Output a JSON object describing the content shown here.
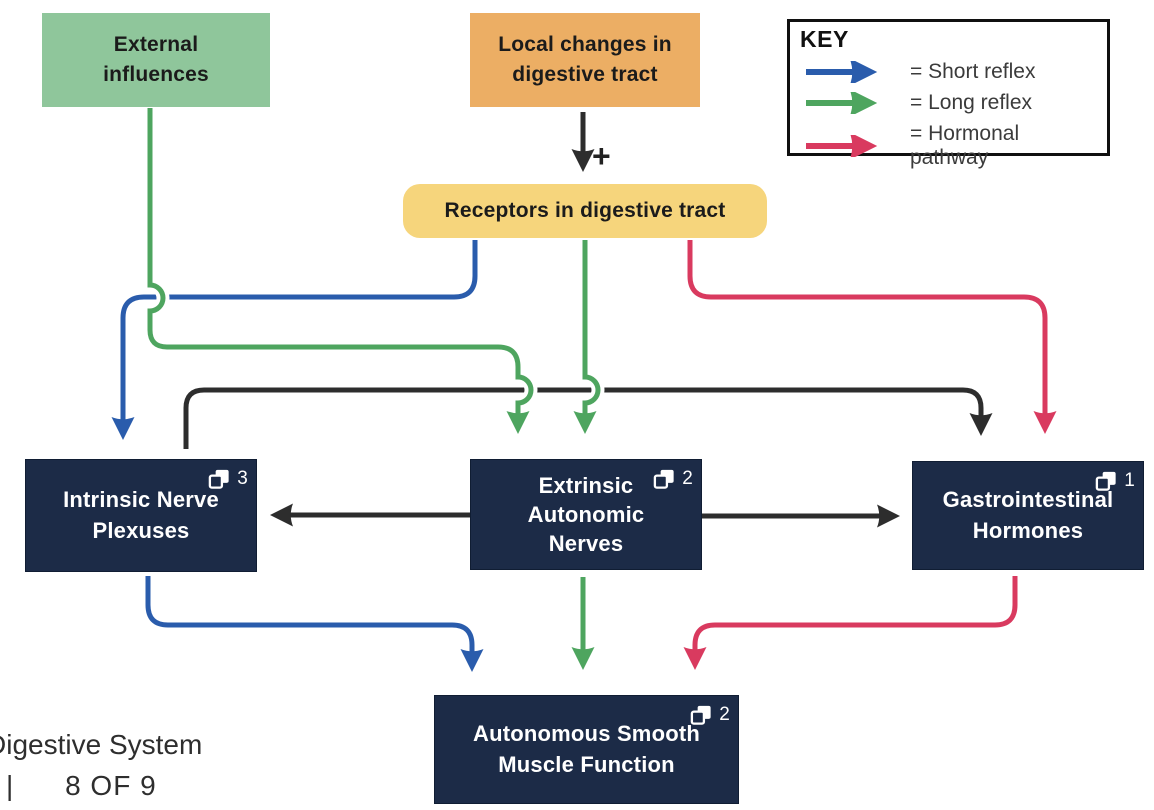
{
  "nodes": {
    "external_influences": {
      "lines": [
        "External",
        "influences"
      ]
    },
    "local_changes": {
      "lines": [
        "Local changes in",
        "digestive tract"
      ]
    },
    "receptors": {
      "label": "Receptors in digestive tract"
    },
    "intrinsic_nerve_plexuses": {
      "lines": [
        "Intrinsic Nerve",
        "Plexuses"
      ],
      "badge_count": "3"
    },
    "extrinsic_autonomic_nerves": {
      "lines": [
        "Extrinsic",
        "Autonomic",
        "Nerves"
      ],
      "badge_count": "2"
    },
    "gastrointestinal_hormones": {
      "lines": [
        "Gastrointestinal",
        "Hormones"
      ],
      "badge_count": "1"
    },
    "autonomous_smooth_muscle": {
      "lines": [
        "Autonomous Smooth",
        "Muscle Function"
      ],
      "badge_count": "2"
    }
  },
  "key": {
    "title": "KEY",
    "entries": [
      {
        "label": "= Short reflex",
        "color": "#2a5cac"
      },
      {
        "label": "= Long reflex",
        "color": "#4ea55f"
      },
      {
        "label": "= Hormonal pathway",
        "color": "#d93a5f"
      }
    ]
  },
  "annotations": {
    "stimulus_plus": "+"
  },
  "footer": {
    "title": "Digestive System",
    "separator": "|",
    "page_indicator": "8 OF 9"
  },
  "colors": {
    "short_reflex_blue": "#2a5cac",
    "long_reflex_green": "#4ea55f",
    "hormonal_red": "#d93a5f",
    "neutral_black": "#2d2d2d",
    "navy_box": "#1c2b47",
    "green_box": "#8fc69b",
    "orange_box": "#ecae64",
    "yellow_box": "#f6d57c"
  }
}
